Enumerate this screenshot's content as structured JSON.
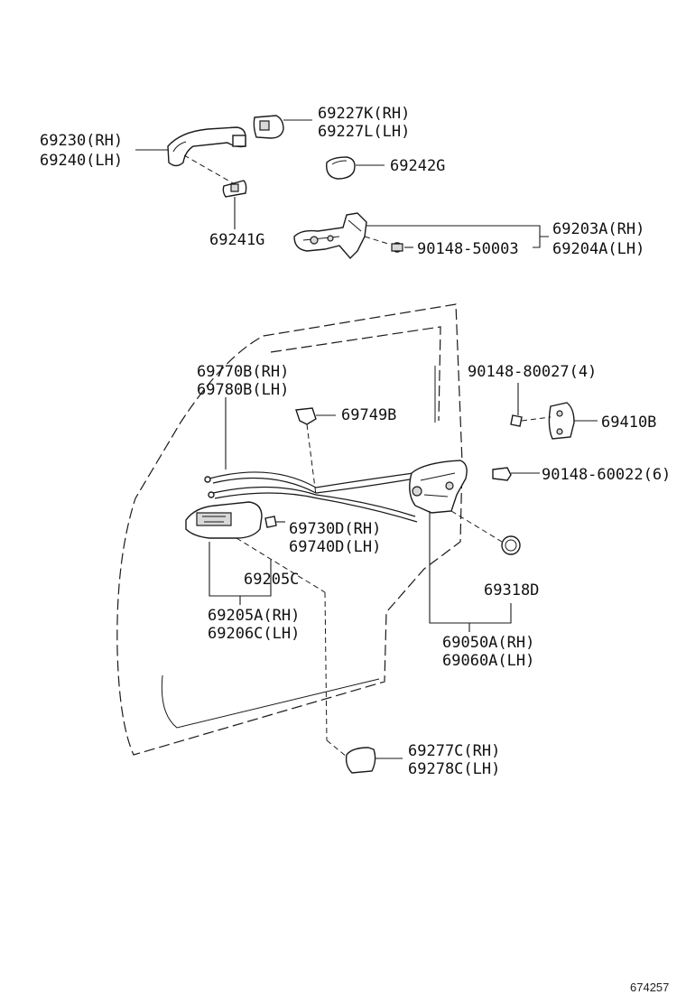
{
  "labels": {
    "p69230": "69230(RH)",
    "p69240": "69240(LH)",
    "p69227K": "69227K(RH)",
    "p69227L": "69227L(LH)",
    "p69242G": "69242G",
    "p69241G": "69241G",
    "p69203A": "69203A(RH)",
    "p69204A": "69204A(LH)",
    "p90148_50003": "90148-50003",
    "p69770B": "69770B(RH)",
    "p69780B": "69780B(LH)",
    "p69749B": "69749B",
    "p90148_80027": "90148-80027(4)",
    "p69410B": "69410B",
    "p90148_60022": "90148-60022(6)",
    "p69730D": "69730D(RH)",
    "p69740D": "69740D(LH)",
    "p69205C": "69205C",
    "p69318D": "69318D",
    "p69205A": "69205A(RH)",
    "p69206C": "69206C(LH)",
    "p69050A": "69050A(RH)",
    "p69060A": "69060A(LH)",
    "p69277C": "69277C(RH)",
    "p69278C": "69278C(LH)"
  },
  "reference": "674257"
}
